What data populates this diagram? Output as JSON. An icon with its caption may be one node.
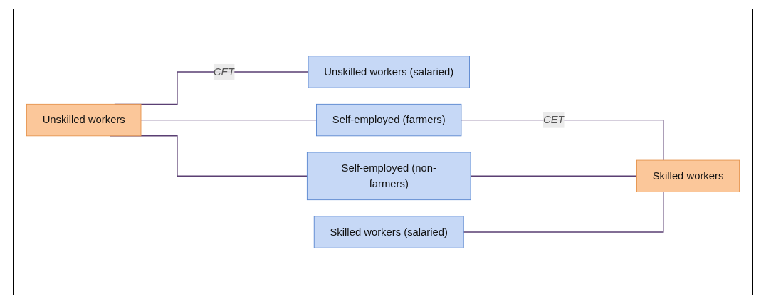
{
  "diagram": {
    "nodes": [
      {
        "text": [
          "Unskilled workers"
        ]
      },
      {
        "text": [
          "Unskilled workers (salaried)"
        ]
      },
      {
        "text": [
          "Self-employed (farmers)"
        ]
      },
      {
        "text": [
          "Self-employed (non-farmers)"
        ]
      },
      {
        "text": [
          "Skilled workers (salaried)"
        ]
      },
      {
        "text": [
          "Skilled workers"
        ]
      }
    ],
    "edges": [
      {
        "from": 0,
        "to": 1,
        "arrow": "none",
        "label": "CET"
      },
      {
        "from": 0,
        "to": 2,
        "arrow": "none"
      },
      {
        "from": 0,
        "to": 3,
        "arrow": "none"
      },
      {
        "from": 2,
        "to": 5,
        "arrow": "none",
        "label": "CET"
      },
      {
        "from": 3,
        "to": 5,
        "arrow": "none"
      },
      {
        "from": 4,
        "to": 5,
        "arrow": "none"
      }
    ]
  }
}
